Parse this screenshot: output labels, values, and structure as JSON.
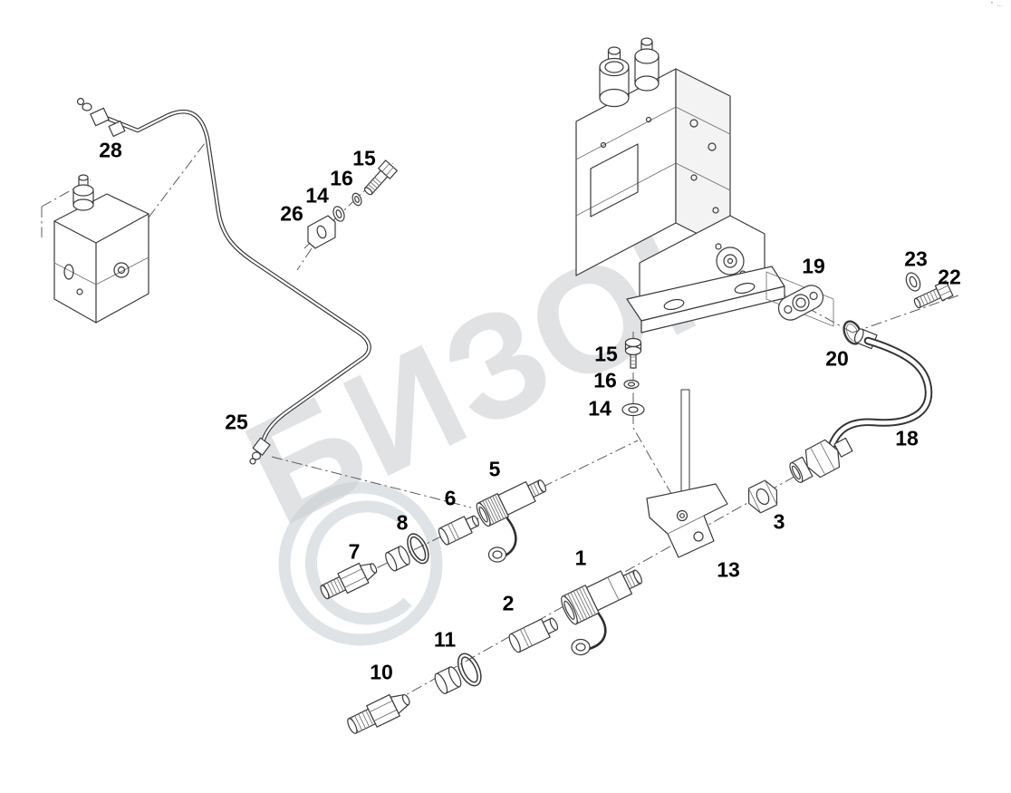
{
  "meta": {
    "corner_mark": "” …"
  },
  "watermark": {
    "text": "БИЗОН"
  },
  "callouts": {
    "c28": "28",
    "c15a": "15",
    "c16a": "16",
    "c14a": "14",
    "c26": "26",
    "c25": "25",
    "c15b": "15",
    "c16b": "16",
    "c14b": "14",
    "c19": "19",
    "c23": "23",
    "c22": "22",
    "c20": "20",
    "c18": "18",
    "c5": "5",
    "c6": "6",
    "c8": "8",
    "c7": "7",
    "c3": "3",
    "c13": "13",
    "c1": "1",
    "c2": "2",
    "c11": "11",
    "c10": "10"
  }
}
